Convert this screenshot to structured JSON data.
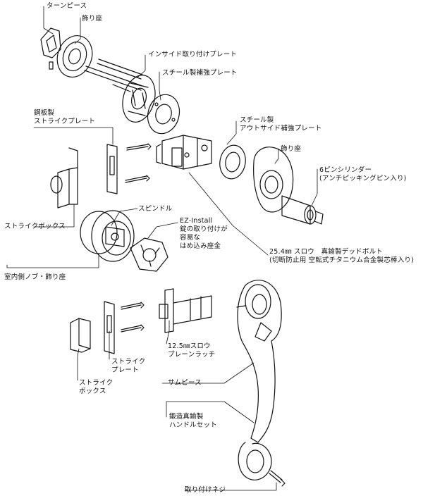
{
  "colors": {
    "line": "#111111",
    "background": "#ffffff"
  },
  "labels": {
    "turn_piece": "ターンピース",
    "inner_rose": "飾り座",
    "inside_plate": "インサイド取り付けプレート",
    "steel_reinforce_plate": "スチール製補強プレート",
    "steel_strike_plate": [
      "鋼板製",
      "ストライクプレート"
    ],
    "outside_reinforce_plate": [
      "スチール製",
      "アウトサイド補強プレート"
    ],
    "outer_rose": "飾り座",
    "cylinder": [
      "6ピンシリンダー",
      "(アンチピッキングピン入り)"
    ],
    "strike_box_top": "ストライクボックス",
    "spindle": "スピンドル",
    "ez_install": [
      "EZ-Install",
      "錠の取り付けが",
      "容易な",
      "はめ込み座金"
    ],
    "deadbolt": [
      "25.4㎜ スロウ　真鍮製デッドボルト",
      "(切断防止用 空転式チタニウム合金製芯棒入り)"
    ],
    "inner_knob": "室内側ノブ・飾り座",
    "latch": [
      "12.5㎜スロウ",
      "プレーンラッチ"
    ],
    "strike_plate": [
      "ストライク",
      "プレート"
    ],
    "thumb_piece": "サムピース",
    "strike_box_bottom": [
      "ストライク",
      "ボックス"
    ],
    "handle_set": [
      "鍛造真鍮製",
      "ハンドルセット"
    ],
    "mount_screw": "取り付けネジ"
  }
}
